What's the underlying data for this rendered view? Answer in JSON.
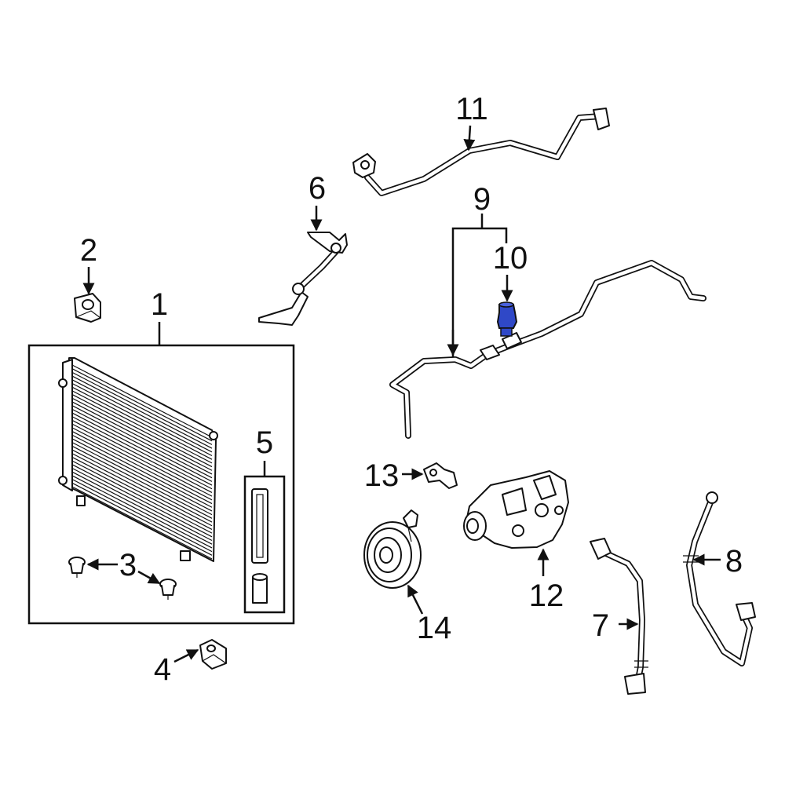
{
  "colors": {
    "background": "#ffffff",
    "line": "#111111",
    "highlight_part": "#2f48c7"
  },
  "callouts": {
    "c1": "1",
    "c2": "2",
    "c3": "3",
    "c4": "4",
    "c5": "5",
    "c6": "6",
    "c7": "7",
    "c8": "8",
    "c9": "9",
    "c10": "10",
    "c11": "11",
    "c12": "12",
    "c13": "13",
    "c14": "14"
  }
}
